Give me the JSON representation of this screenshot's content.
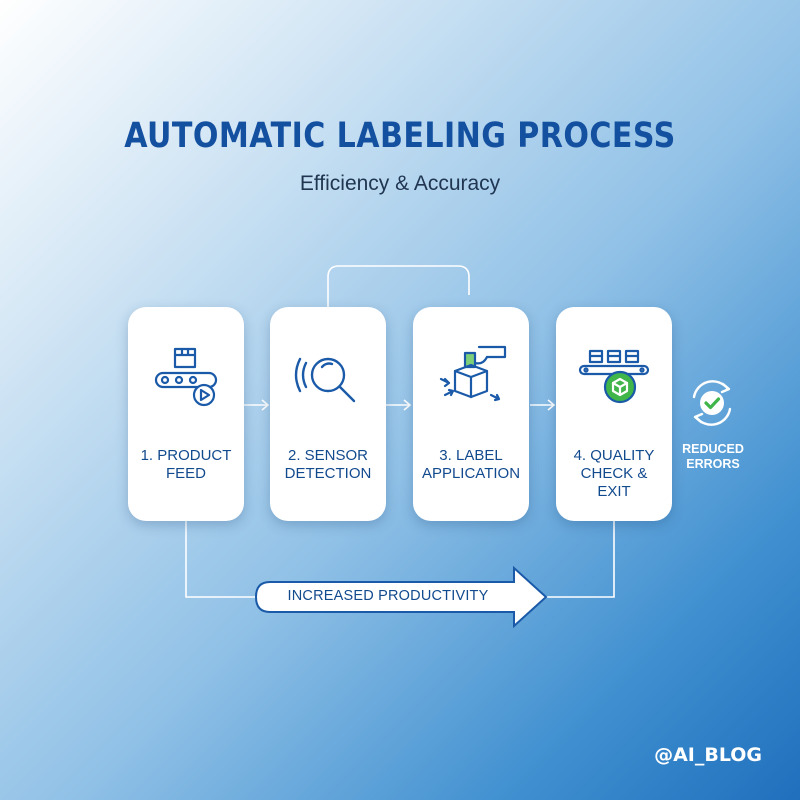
{
  "header": {
    "title": "AUTOMATIC LABELING PROCESS",
    "subtitle": "Efficiency & Accuracy"
  },
  "steps": [
    {
      "label": "1. PRODUCT\nFEED",
      "icon": "conveyor-box-play-icon"
    },
    {
      "label": "2. SENSOR\nDETECTION",
      "icon": "magnifier-sensor-icon"
    },
    {
      "label": "3. LABEL\nAPPLICATION",
      "icon": "hand-label-box-icon"
    },
    {
      "label": "4. QUALITY\nCHECK &\nEXIT",
      "icon": "conveyor-check-box-icon"
    }
  ],
  "productivity": {
    "label": "INCREASED PRODUCTIVITY"
  },
  "errors": {
    "label": "REDUCED\nERRORS",
    "icon": "refresh-check-icon"
  },
  "footer": {
    "handle": "@AI_BLOG"
  },
  "colors": {
    "primary": "#1450a0",
    "accent_green": "#3fb54a",
    "background_start": "#ffffff",
    "background_end": "#1f6fbd"
  }
}
